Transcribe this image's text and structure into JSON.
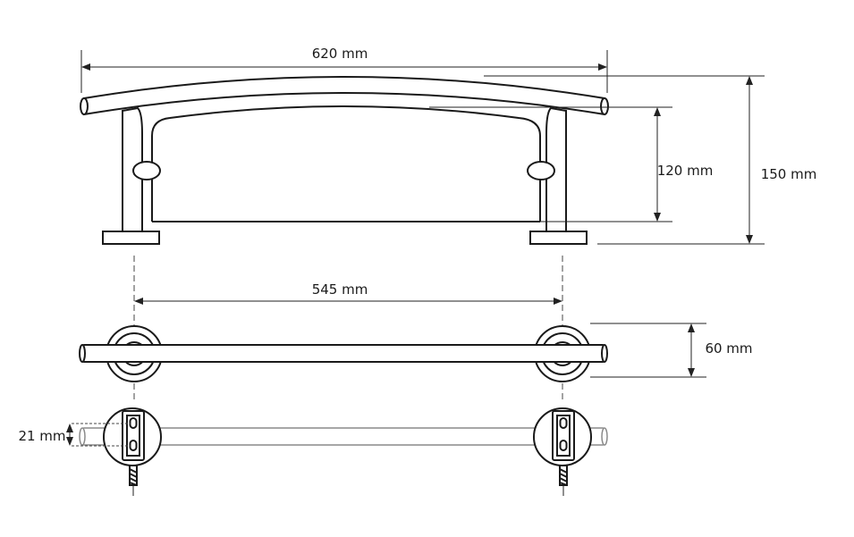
{
  "dimensions": {
    "overall_width": "620 mm",
    "arm_height": "120 mm",
    "total_height": "150 mm",
    "mount_spacing": "545 mm",
    "projection": "60 mm",
    "hole_spacing": "21 mm"
  },
  "colors": {
    "line": "#1a1a1a",
    "hidden_line": "#8a8a8a",
    "background": "#ffffff"
  }
}
